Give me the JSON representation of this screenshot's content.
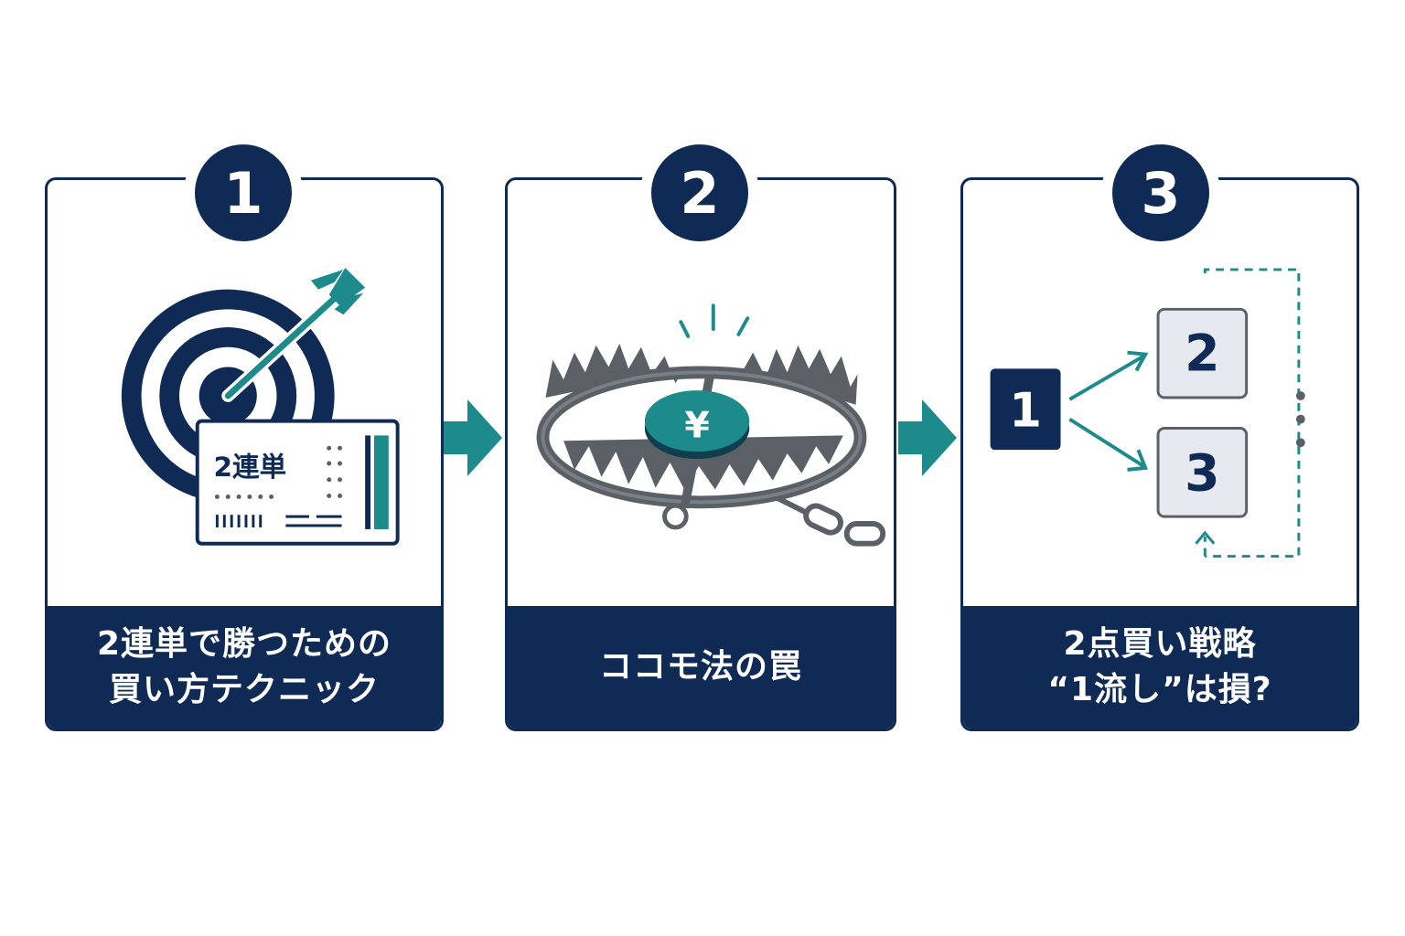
{
  "colors": {
    "navy": "#0f2b55",
    "teal": "#1d8a8b",
    "gray": "#5b5f66",
    "light_box": "#e6e9ef"
  },
  "steps": [
    {
      "number": "1",
      "caption_lines": [
        "2連単で勝つための",
        "買い方テクニック"
      ],
      "icon": "target-ticket-icon",
      "ticket_label": "2連単"
    },
    {
      "number": "2",
      "caption_lines": [
        "ココモ法の罠"
      ],
      "icon": "bear-trap-yen-icon",
      "coin_symbol": "¥"
    },
    {
      "number": "3",
      "caption_lines": [
        "2点買い戦略",
        "“1流し”は損?"
      ],
      "icon": "flow-diagram-icon",
      "source_box": "1",
      "target_boxes": [
        "2",
        "3"
      ]
    }
  ]
}
